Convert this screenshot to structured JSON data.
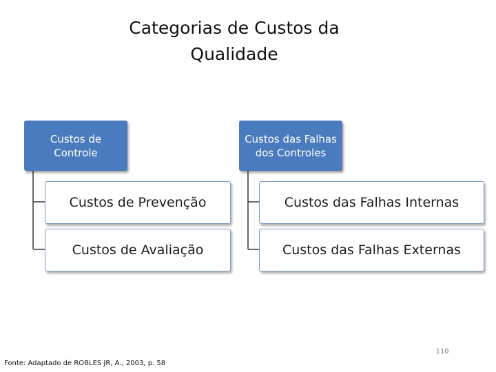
{
  "title": {
    "line1": "Categorias de Custos da",
    "line2": "Qualidade"
  },
  "diagram": {
    "branches": [
      {
        "header": {
          "line1": "Custos de",
          "line2": "Controle"
        },
        "children": [
          "Custos de Prevenção",
          "Custos de Avaliação"
        ]
      },
      {
        "header": {
          "line1": "Custos das Falhas",
          "line2": "dos Controles"
        },
        "children": [
          "Custos das Falhas Internas",
          "Custos das Falhas Externas"
        ]
      }
    ]
  },
  "footer": {
    "source": "Fonte: Adaptado de ROBLES JR, A., 2003, p. 58",
    "page_number": "110"
  },
  "colors": {
    "header_fill": "#4a7bbf",
    "child_border": "#7a9cc8",
    "connector": "#3a3a3a"
  }
}
